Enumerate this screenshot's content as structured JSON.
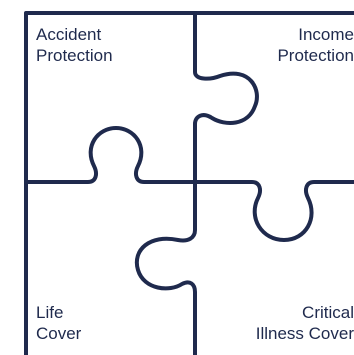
{
  "pieces": [
    {
      "id": "accident-protection",
      "lines": [
        "Accident",
        "Protection"
      ]
    },
    {
      "id": "income-protection",
      "lines": [
        "Income",
        "Protection"
      ]
    },
    {
      "id": "life-cover",
      "lines": [
        "Life",
        "Cover"
      ]
    },
    {
      "id": "critical-illness-cover",
      "lines": [
        "Critical",
        "Illness Cover"
      ]
    }
  ],
  "colors": {
    "line": "#1f2a4d",
    "background": "#ffffff"
  }
}
